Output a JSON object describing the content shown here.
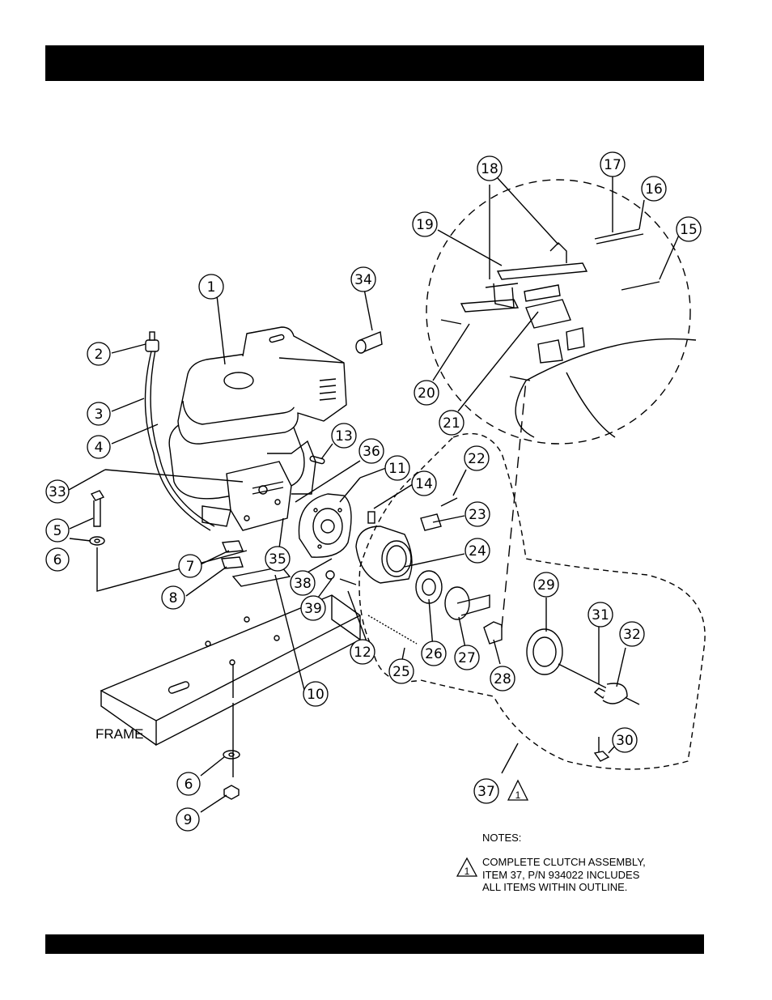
{
  "header": {
    "title": ""
  },
  "diagram": {
    "frame_label": "FRAME",
    "callouts": [
      "1",
      "2",
      "3",
      "4",
      "5",
      "6",
      "7",
      "8",
      "9",
      "10",
      "11",
      "12",
      "13",
      "14",
      "15",
      "16",
      "17",
      "18",
      "19",
      "20",
      "21",
      "22",
      "23",
      "24",
      "25",
      "26",
      "27",
      "28",
      "29",
      "30",
      "31",
      "32",
      "33",
      "34",
      "35",
      "36",
      "37",
      "38",
      "39"
    ],
    "callout_6b": "6",
    "note_symbol": "1"
  },
  "notes": {
    "heading": "NOTES:",
    "lines": [
      "COMPLETE CLUTCH ASSEMBLY,",
      "ITEM 37, P/N 934022  INCLUDES",
      "ALL ITEMS WITHIN OUTLINE."
    ]
  },
  "footer": {
    "text": ""
  }
}
